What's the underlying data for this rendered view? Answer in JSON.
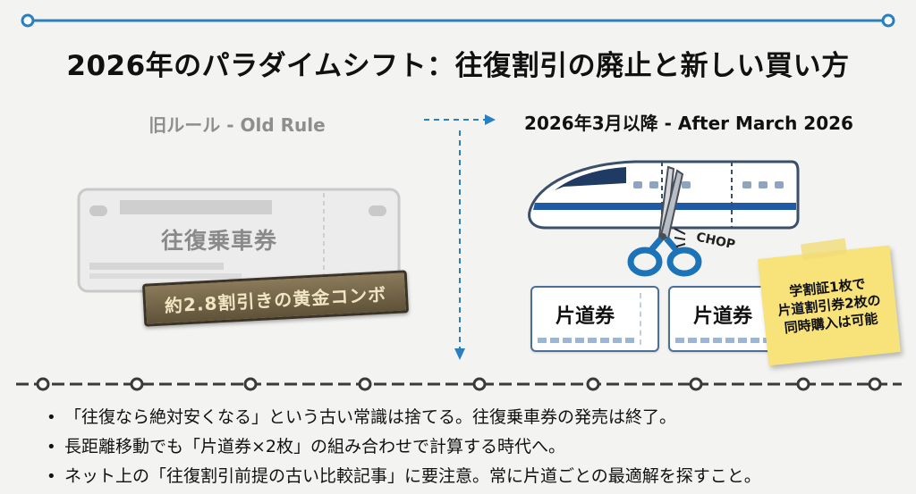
{
  "title": "2026年のパラダイムシフト：往復割引の廃止と新しい買い方",
  "old_rule": {
    "heading": "旧ルール - Old Rule",
    "ticket_label": "往復乗車券",
    "badge": "約2.8割引きの黄金コンボ"
  },
  "new_rule": {
    "heading": "2026年3月以降 - After March 2026",
    "chop_label": "CHOP",
    "tickets": [
      "片道券",
      "片道券"
    ],
    "sticky_note": [
      "学割証1枚で",
      "片道割引券2枚の",
      "同時購入は可能"
    ]
  },
  "bullets": [
    "「往復なら絶対安くなる」という古い常識は捨てる。往復乗車券の発売は終了。",
    "長距離移動でも「片道券×2枚」の組み合わせで計算する時代へ。",
    "ネット上の「往復割引前提の古い比較記事」に要注意。常に片道ごとの最適解を探すこと。"
  ],
  "colors": {
    "rail_blue": "#2a7fc1",
    "rail_dark": "#3a3a3a",
    "train_stripe": "#1f5aa6",
    "sticky": "#f8e27a",
    "badge": "#5e5238"
  }
}
